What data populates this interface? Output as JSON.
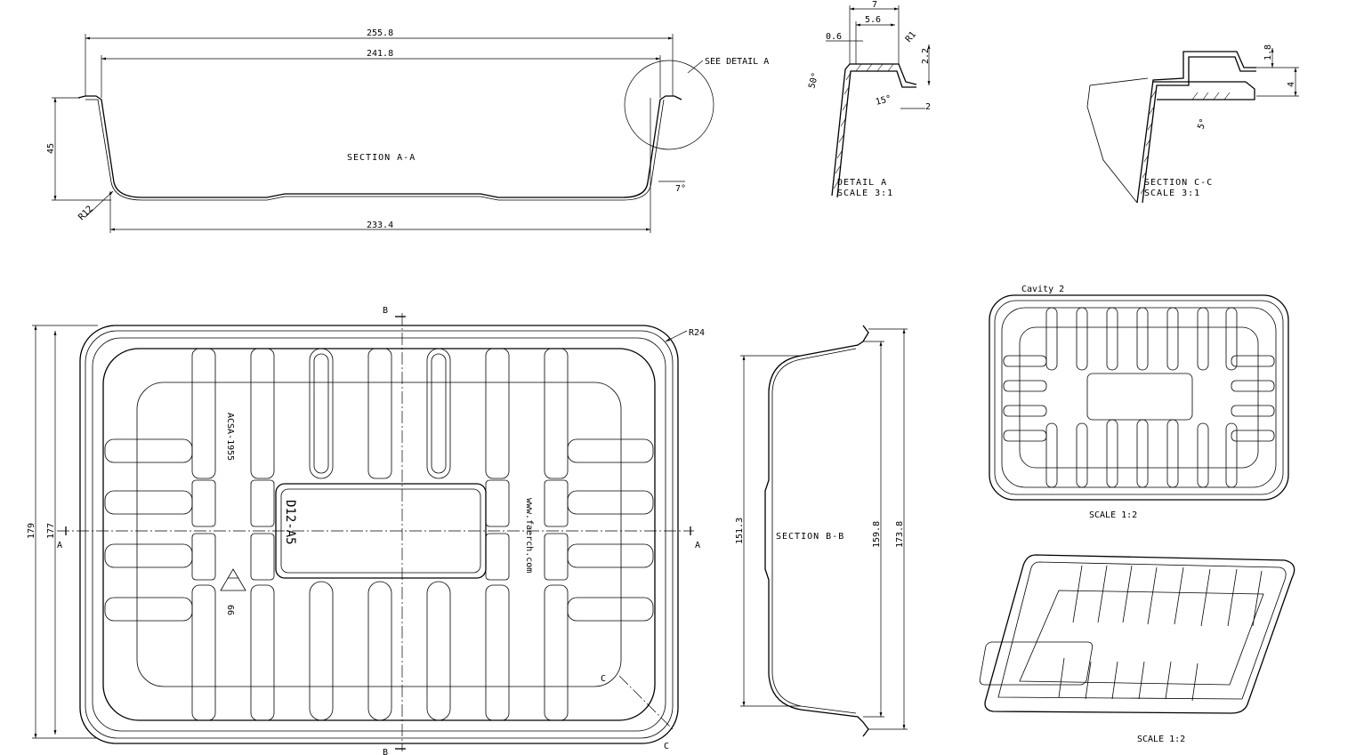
{
  "drawing": {
    "section_aa": {
      "title": "SECTION  A-A",
      "overall_width": "255.8",
      "inner_width": "241.8",
      "bottom_width": "233.4",
      "height": "45",
      "radius": "R12",
      "draft_angle": "7°",
      "callout": "SEE DETAIL  A"
    },
    "detail_a": {
      "title": "DETAIL  A",
      "scale": "SCALE  3:1",
      "dim_7": "7",
      "dim_5_6": "5.6",
      "dim_0_6": "0.6",
      "radius": "R1",
      "dim_2_2": "2.2",
      "dim_2": "2",
      "angle_50": "50°",
      "angle_15": "15°"
    },
    "section_cc": {
      "title": "SECTION  C-C",
      "scale": "SCALE  3:1",
      "dim_1_8": "1.8",
      "dim_4": "4",
      "angle_5": "5°"
    },
    "plan_view": {
      "overall_length": "179",
      "inner_length": "177",
      "corner_radius": "R24",
      "cut_a": "A",
      "cut_b": "B",
      "cut_c": "C",
      "emboss_code": "ACSA-1955",
      "emboss_part": "D12-A5",
      "emboss_url": "www.faerch.com",
      "recycle_code": "66"
    },
    "section_bb": {
      "title": "SECTION  B-B",
      "dim_151_3": "151.3",
      "dim_159_8": "159.8",
      "dim_173_8": "173.8"
    },
    "iso_top": {
      "caption": "Cavity 2",
      "scale": "SCALE  1:2"
    },
    "iso_persp": {
      "scale": "SCALE  1:2"
    }
  }
}
